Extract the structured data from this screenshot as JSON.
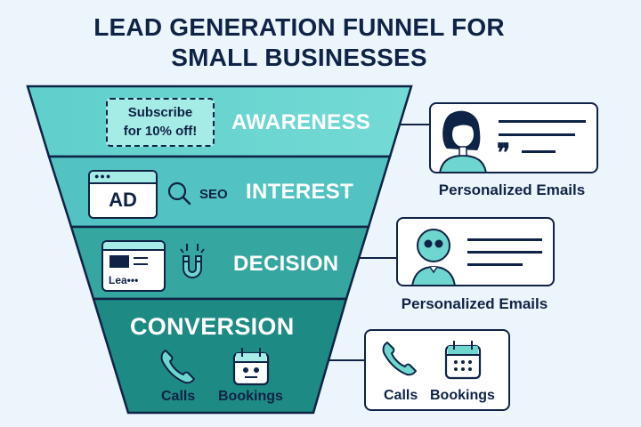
{
  "title": {
    "line1": "LEAD GENERATION FUNNEL FOR",
    "line2": "SMALL BUSINESSES"
  },
  "colors": {
    "background": "#edf5fc",
    "dark": "#0f2346",
    "awareness": "#6ad4d0",
    "interest": "#52c2c2",
    "decision": "#36a6a0",
    "conversion": "#1e8a84",
    "accent": "#6fd6cf"
  },
  "funnel": {
    "stages": [
      {
        "name": "AWARENESS",
        "badge": {
          "line1": "Subscribe",
          "line2": "for 10% off!"
        }
      },
      {
        "name": "INTEREST",
        "ad_label": "AD",
        "seo_label": "SEO"
      },
      {
        "name": "DECISION",
        "lead_form_label": "Lea•••"
      },
      {
        "name": "CONVERSION",
        "items": [
          {
            "label": "Calls",
            "icon": "phone-icon"
          },
          {
            "label": "Bookings",
            "icon": "calendar-icon"
          }
        ]
      }
    ]
  },
  "side_cards": [
    {
      "caption": "Personalized Emails",
      "icon": "woman-avatar-icon",
      "connected_to": "AWARENESS"
    },
    {
      "caption": "Personalized Emails",
      "icon": "user-avatar-icon",
      "connected_to": "DECISION"
    },
    {
      "items": [
        {
          "label": "Calls",
          "icon": "phone-icon"
        },
        {
          "label": "Bookings",
          "icon": "calendar-icon"
        }
      ],
      "connected_to": "CONVERSION"
    }
  ]
}
